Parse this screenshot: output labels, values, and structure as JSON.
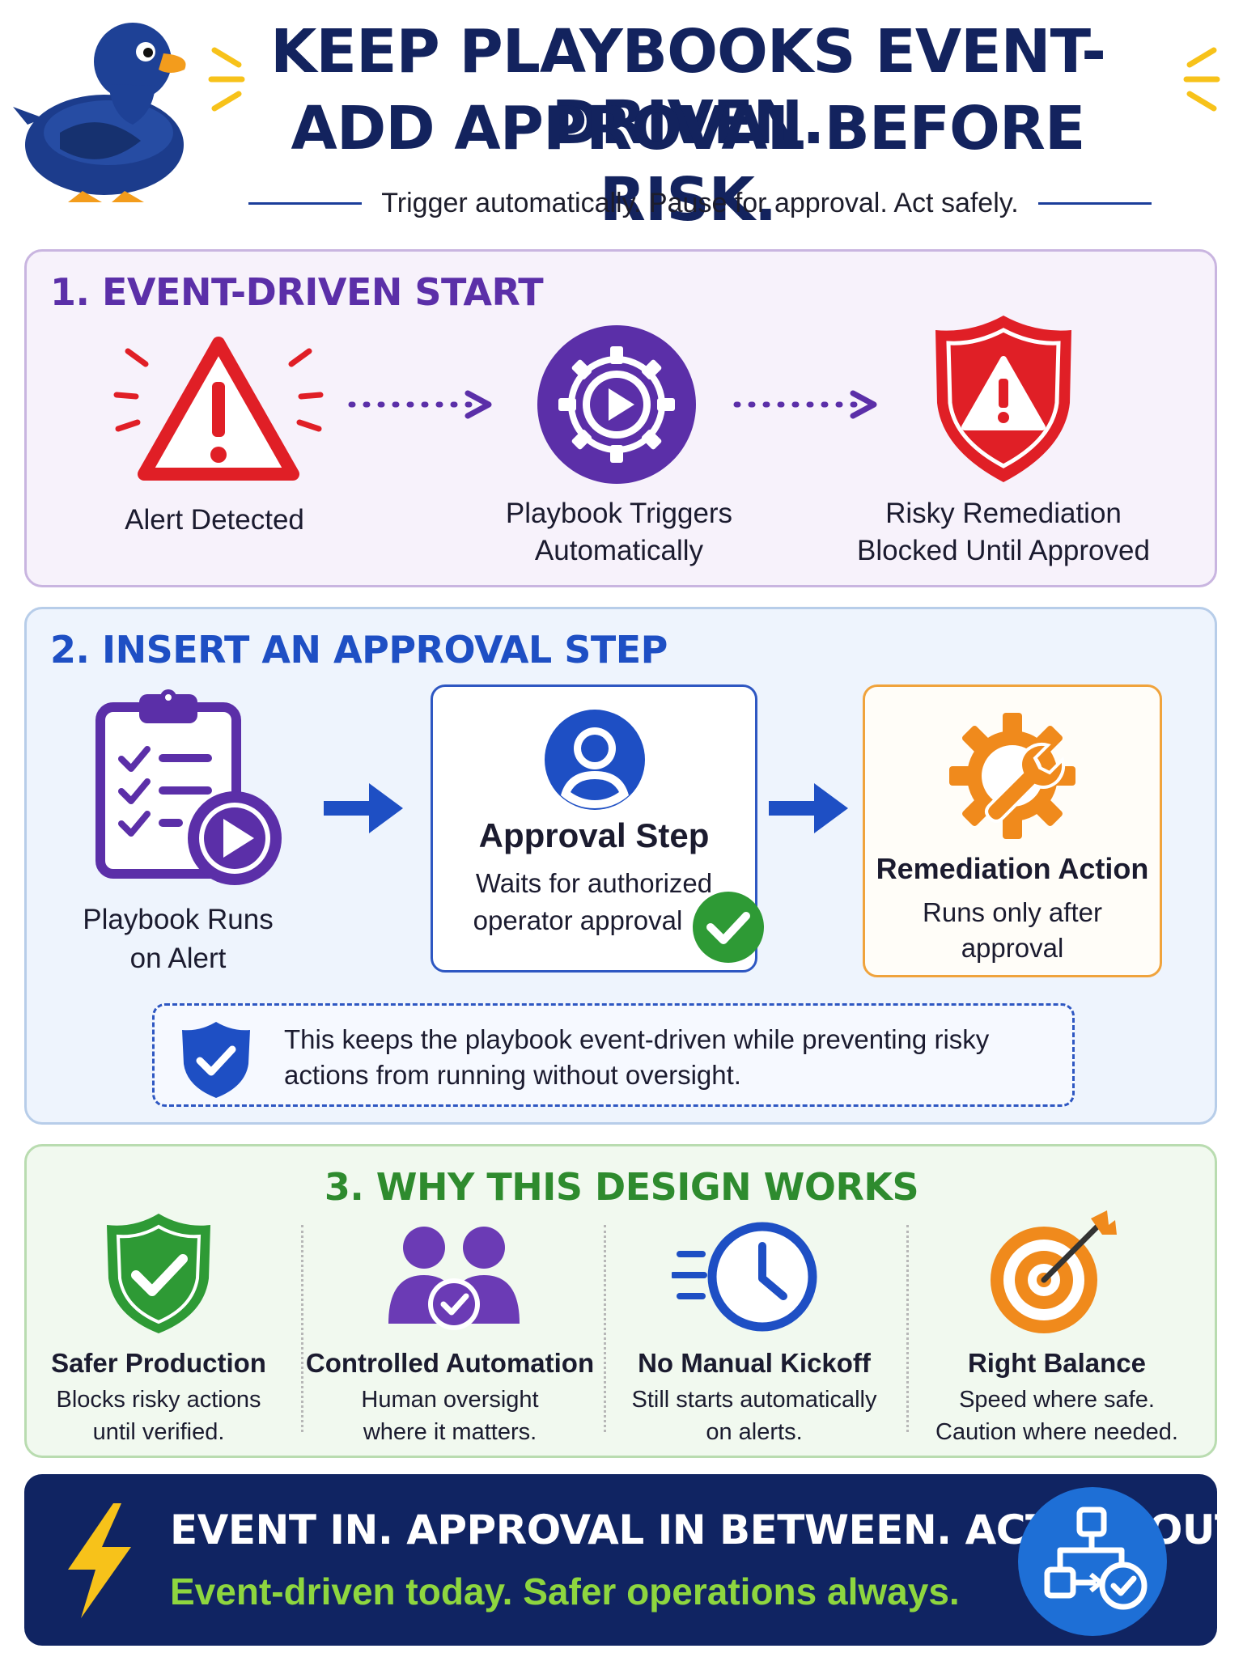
{
  "header": {
    "title_line1": "KEEP PLAYBOOKS EVENT-DRIVEN.",
    "title_line2": "ADD APPROVAL BEFORE RISK.",
    "subtitle": "Trigger automatically. Pause for approval. Act safely."
  },
  "section1": {
    "title": "1. EVENT-DRIVEN START",
    "steps": [
      {
        "icon": "warning-triangle-icon",
        "label": "Alert Detected"
      },
      {
        "icon": "gear-play-icon",
        "label_line1": "Playbook Triggers",
        "label_line2": "Automatically"
      },
      {
        "icon": "shield-warning-icon",
        "label_line1": "Risky Remediation",
        "label_line2": "Blocked Until Approved"
      }
    ]
  },
  "section2": {
    "title": "2. INSERT AN APPROVAL STEP",
    "playbook": {
      "icon": "clipboard-play-icon",
      "label_line1": "Playbook Runs",
      "label_line2": "on Alert"
    },
    "approval": {
      "icon": "user-icon",
      "title": "Approval Step",
      "desc_line1": "Waits for authorized",
      "desc_line2": "operator approval"
    },
    "remediation": {
      "icon": "gear-wrench-icon",
      "title": "Remediation Action",
      "desc_line1": "Runs only after",
      "desc_line2": "approval"
    },
    "note_line1": "This keeps the playbook event-driven while preventing risky",
    "note_line2": "actions from running without oversight."
  },
  "section3": {
    "title": "3. WHY THIS DESIGN WORKS",
    "items": [
      {
        "icon": "shield-check-icon",
        "title": "Safer Production",
        "desc_line1": "Blocks risky actions",
        "desc_line2": "until verified."
      },
      {
        "icon": "people-check-icon",
        "title": "Controlled Automation",
        "desc_line1": "Human oversight",
        "desc_line2": "where it matters."
      },
      {
        "icon": "fast-clock-icon",
        "title": "No Manual Kickoff",
        "desc_line1": "Still starts automatically",
        "desc_line2": "on alerts."
      },
      {
        "icon": "target-icon",
        "title": "Right Balance",
        "desc_line1": "Speed where safe.",
        "desc_line2": "Caution where needed."
      }
    ]
  },
  "footer": {
    "line1": "EVENT IN. APPROVAL IN BETWEEN. ACTION OUT.",
    "line2": "Event-driven today. Safer operations always."
  },
  "colors": {
    "navy": "#13235e",
    "purple": "#5b2fa8",
    "blue": "#1e4fc4",
    "green": "#2e8b2e",
    "red": "#e01f26",
    "orange": "#f08a1c",
    "footer_green": "#8ed63f"
  }
}
